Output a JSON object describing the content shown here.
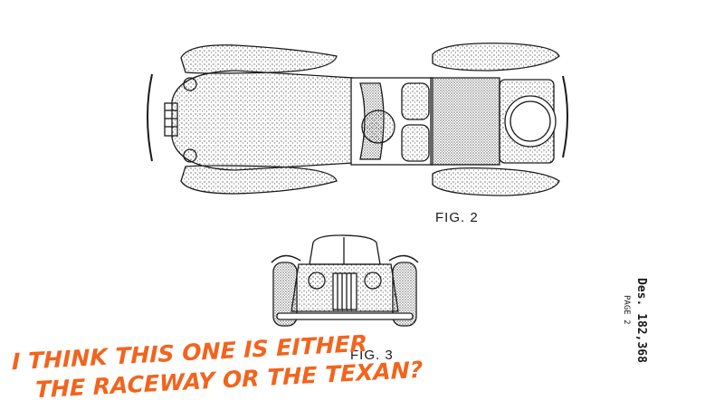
{
  "figures": {
    "fig2_label": "FIG. 2",
    "fig3_label": "FIG. 3"
  },
  "patent": {
    "number": "Des. 182,368",
    "page": "PAGE 2"
  },
  "caption": {
    "line1": "I THINK THIS ONE IS EITHER",
    "line2": "THE RACEWAY OR THE TEXAN?"
  },
  "colors": {
    "caption": "#f2641e",
    "ink": "#1a1a1a"
  }
}
